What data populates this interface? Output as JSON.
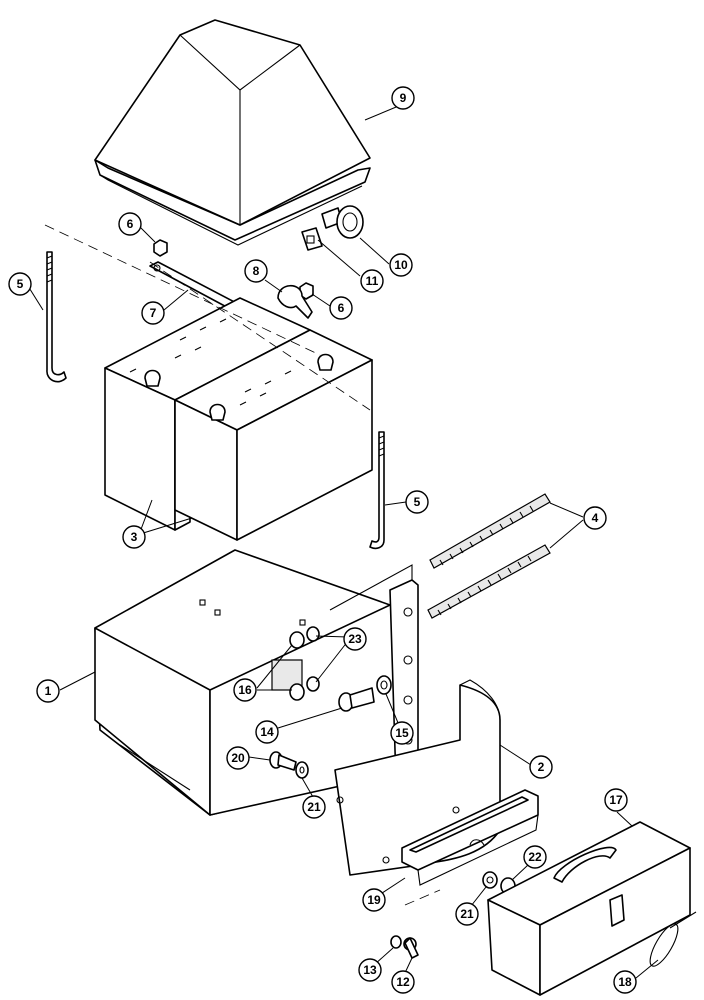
{
  "callouts": [
    {
      "id": "c1",
      "label": "1"
    },
    {
      "id": "c2",
      "label": "2"
    },
    {
      "id": "c3",
      "label": "3"
    },
    {
      "id": "c4",
      "label": "4"
    },
    {
      "id": "c5a",
      "label": "5"
    },
    {
      "id": "c5b",
      "label": "5"
    },
    {
      "id": "c6a",
      "label": "6"
    },
    {
      "id": "c6b",
      "label": "6"
    },
    {
      "id": "c7",
      "label": "7"
    },
    {
      "id": "c8",
      "label": "8"
    },
    {
      "id": "c9",
      "label": "9"
    },
    {
      "id": "c10",
      "label": "10"
    },
    {
      "id": "c11",
      "label": "11"
    },
    {
      "id": "c12",
      "label": "12"
    },
    {
      "id": "c13",
      "label": "13"
    },
    {
      "id": "c14",
      "label": "14"
    },
    {
      "id": "c15",
      "label": "15"
    },
    {
      "id": "c16",
      "label": "16"
    },
    {
      "id": "c17",
      "label": "17"
    },
    {
      "id": "c18",
      "label": "18"
    },
    {
      "id": "c19",
      "label": "19"
    },
    {
      "id": "c20",
      "label": "20"
    },
    {
      "id": "c21a",
      "label": "21"
    },
    {
      "id": "c21b",
      "label": "21"
    },
    {
      "id": "c22",
      "label": "22"
    },
    {
      "id": "c23",
      "label": "23"
    }
  ]
}
